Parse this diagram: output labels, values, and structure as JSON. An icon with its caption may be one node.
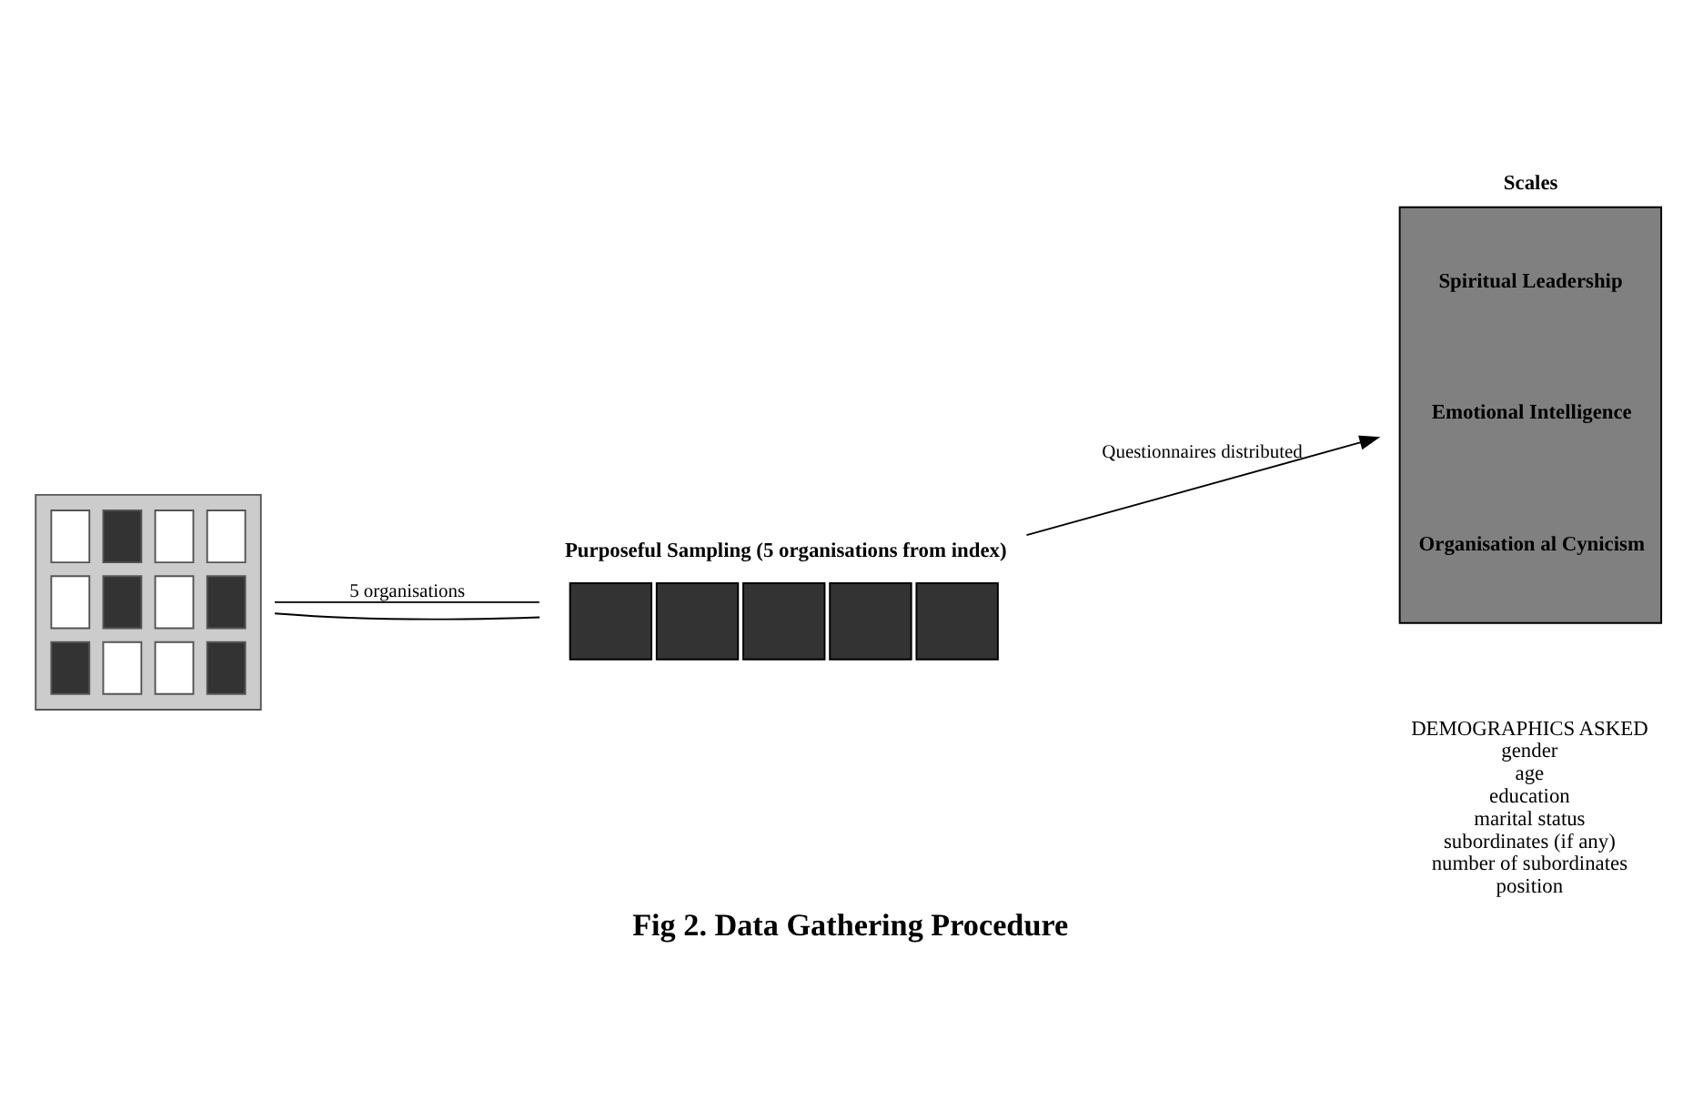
{
  "diagram": {
    "caption": "Fig 2. Data Gathering Procedure",
    "nodes": [
      {
        "text": [],
        "shape": "picture"
      },
      {
        "text": [
          "Purposeful Sampling (5 organisations from index)"
        ]
      },
      {
        "text": [
          "Scales",
          "Spiritual Leadership",
          "Emotional Intelligence",
          "Organisation al Cynicism"
        ]
      }
    ],
    "edges": [
      {
        "from": 0,
        "to": 1,
        "arrow": "none",
        "label": "5 organisations"
      },
      {
        "from": 0,
        "to": 1,
        "arrow": "none"
      },
      {
        "from": 1,
        "to": 2,
        "arrow": "to",
        "label": "Questionnaires distributed"
      }
    ],
    "labels": [
      "DEMOGRAPHICS ASKED",
      "gender",
      "age",
      "education",
      "marital status",
      "subordinates (if any)",
      "number of subordinates",
      "position"
    ]
  }
}
